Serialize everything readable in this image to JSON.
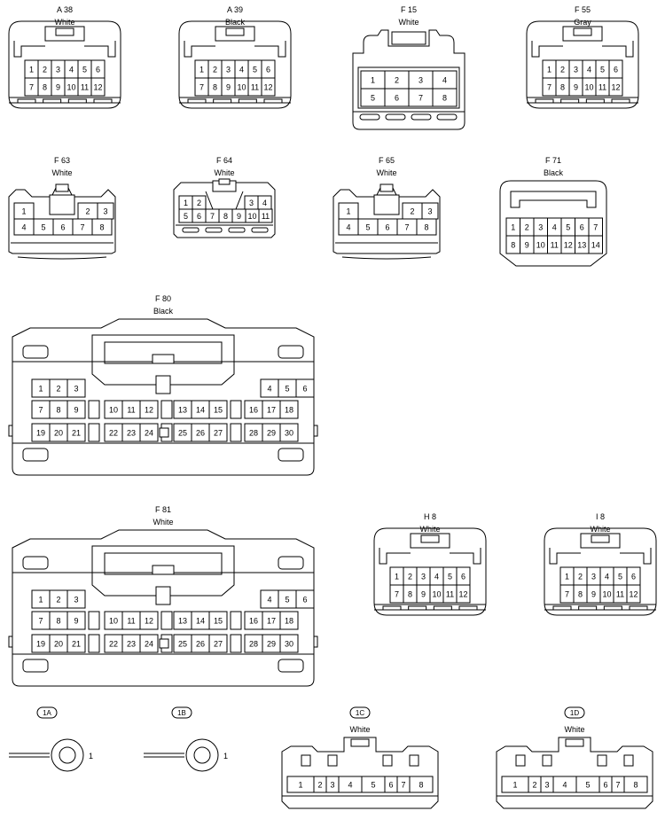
{
  "connectors": [
    {
      "id": "A 38",
      "color": "White",
      "rows": [
        [
          "1",
          "2",
          "3",
          "4",
          "5",
          "6"
        ],
        [
          "7",
          "8",
          "9",
          "10",
          "11",
          "12"
        ]
      ]
    },
    {
      "id": "A 39",
      "color": "Black",
      "rows": [
        [
          "1",
          "2",
          "3",
          "4",
          "5",
          "6"
        ],
        [
          "7",
          "8",
          "9",
          "10",
          "11",
          "12"
        ]
      ]
    },
    {
      "id": "F 15",
      "color": "White",
      "rows": [
        [
          "1",
          "2",
          "3",
          "4"
        ],
        [
          "5",
          "6",
          "7",
          "8"
        ]
      ]
    },
    {
      "id": "F 55",
      "color": "Gray",
      "rows": [
        [
          "1",
          "2",
          "3",
          "4",
          "5",
          "6"
        ],
        [
          "7",
          "8",
          "9",
          "10",
          "11",
          "12"
        ]
      ]
    },
    {
      "id": "F 63",
      "color": "White",
      "rows": [
        [
          "1",
          "",
          "",
          "",
          "2",
          "3"
        ],
        [
          "4",
          "5",
          "6",
          "7",
          "8"
        ]
      ]
    },
    {
      "id": "F 64",
      "color": "White",
      "rows": [
        [
          "1",
          "2",
          "",
          "",
          "",
          "3",
          "4"
        ],
        [
          "5",
          "6",
          "7",
          "8",
          "9",
          "10",
          "11"
        ]
      ]
    },
    {
      "id": "F 65",
      "color": "White",
      "rows": [
        [
          "1",
          "",
          "",
          "",
          "2",
          "3"
        ],
        [
          "4",
          "5",
          "6",
          "7",
          "8"
        ]
      ]
    },
    {
      "id": "F 71",
      "color": "Black",
      "rows": [
        [
          "1",
          "2",
          "3",
          "4",
          "5",
          "6",
          "7"
        ],
        [
          "8",
          "9",
          "10",
          "11",
          "12",
          "13",
          "14"
        ]
      ]
    },
    {
      "id": "F 80",
      "color": "Black",
      "rows": [
        [
          "1",
          "2",
          "3",
          "4",
          "5",
          "6"
        ],
        [
          "7",
          "8",
          "9",
          "10",
          "11",
          "12",
          "13",
          "14",
          "15",
          "16",
          "17",
          "18"
        ],
        [
          "19",
          "20",
          "21",
          "22",
          "23",
          "24",
          "25",
          "26",
          "27",
          "28",
          "29",
          "30"
        ]
      ]
    },
    {
      "id": "F 81",
      "color": "White",
      "rows": [
        [
          "1",
          "2",
          "3",
          "4",
          "5",
          "6"
        ],
        [
          "7",
          "8",
          "9",
          "10",
          "11",
          "12",
          "13",
          "14",
          "15",
          "16",
          "17",
          "18"
        ],
        [
          "19",
          "20",
          "21",
          "22",
          "23",
          "24",
          "25",
          "26",
          "27",
          "28",
          "29",
          "30"
        ]
      ]
    },
    {
      "id": "H 8",
      "color": "White",
      "rows": [
        [
          "1",
          "2",
          "3",
          "4",
          "5",
          "6"
        ],
        [
          "7",
          "8",
          "9",
          "10",
          "11",
          "12"
        ]
      ]
    },
    {
      "id": "I 8",
      "color": "White",
      "rows": [
        [
          "1",
          "2",
          "3",
          "4",
          "5",
          "6"
        ],
        [
          "7",
          "8",
          "9",
          "10",
          "11",
          "12"
        ]
      ]
    },
    {
      "id": "1A",
      "color": "",
      "rows": [
        [
          "1"
        ]
      ]
    },
    {
      "id": "1B",
      "color": "",
      "rows": [
        [
          "1"
        ]
      ]
    },
    {
      "id": "1C",
      "color": "White",
      "rows": [
        [
          "1",
          "2",
          "3",
          "4",
          "5",
          "6",
          "7",
          "8"
        ]
      ]
    },
    {
      "id": "1D",
      "color": "White",
      "rows": [
        [
          "1",
          "2",
          "3",
          "4",
          "5",
          "6",
          "7",
          "8"
        ]
      ]
    }
  ]
}
